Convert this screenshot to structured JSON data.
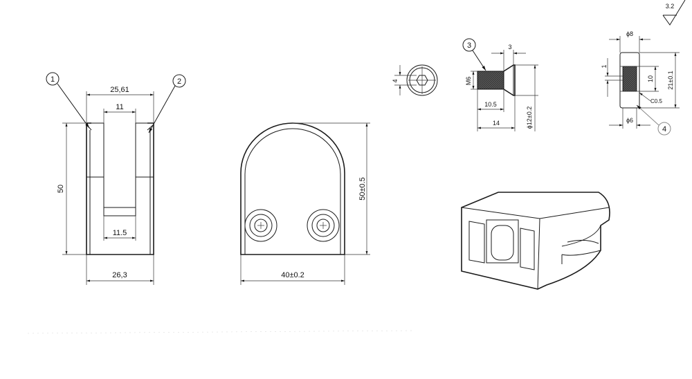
{
  "front_view": {
    "callout_1": "1",
    "callout_2": "2",
    "dim_top_width": "25,61",
    "dim_slot_top": "11",
    "dim_slot_bottom": "11.5",
    "dim_height": "50",
    "dim_bottom_width": "26,3"
  },
  "side_view": {
    "dim_height": "50±0.5",
    "dim_width": "40±0.2"
  },
  "screw_detail": {
    "callout_3": "3",
    "dim_hex": "4",
    "dim_thread": "M6",
    "dim_head": "3",
    "dim_thread_len": "10.5",
    "dim_total_len": "14",
    "dim_head_dia": "ϕ12±0.2"
  },
  "pad_detail": {
    "callout_4": "4",
    "dim_top_dia": "ϕ8",
    "dim_step": "1",
    "dim_pad_len": "10",
    "dim_total": "21±0.1",
    "dim_chamfer": "C0.5",
    "dim_bottom_dia": "ϕ6"
  },
  "surface_finish": "3.2",
  "icons": [
    "roughness-symbol-icon",
    "hex-socket-icon"
  ]
}
